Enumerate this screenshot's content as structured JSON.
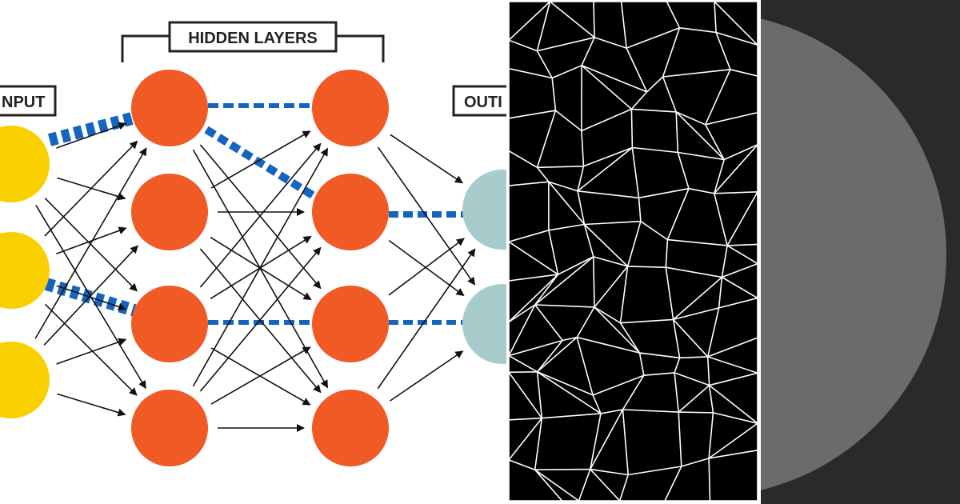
{
  "diagram": {
    "labels": {
      "hidden": "HIDDEN LAYERS",
      "input": "NPUT",
      "output": "OUTI"
    },
    "nodes": {
      "input": {
        "color": "#F8D000",
        "count": 3
      },
      "hidden_1": {
        "color": "#F05A24",
        "count": 4
      },
      "hidden_2": {
        "color": "#F05A24",
        "count": 4
      },
      "output": {
        "color": "#A8CCCC",
        "count": 2
      }
    },
    "highlight_color": "#1565C0",
    "arrow_color": "#111111"
  },
  "voronoi_panel": {
    "background": "#000000",
    "line_color": "#ffffff"
  },
  "disc_panel": {
    "background": "#2a2a2a",
    "disc_color": "#6b6b6b"
  }
}
